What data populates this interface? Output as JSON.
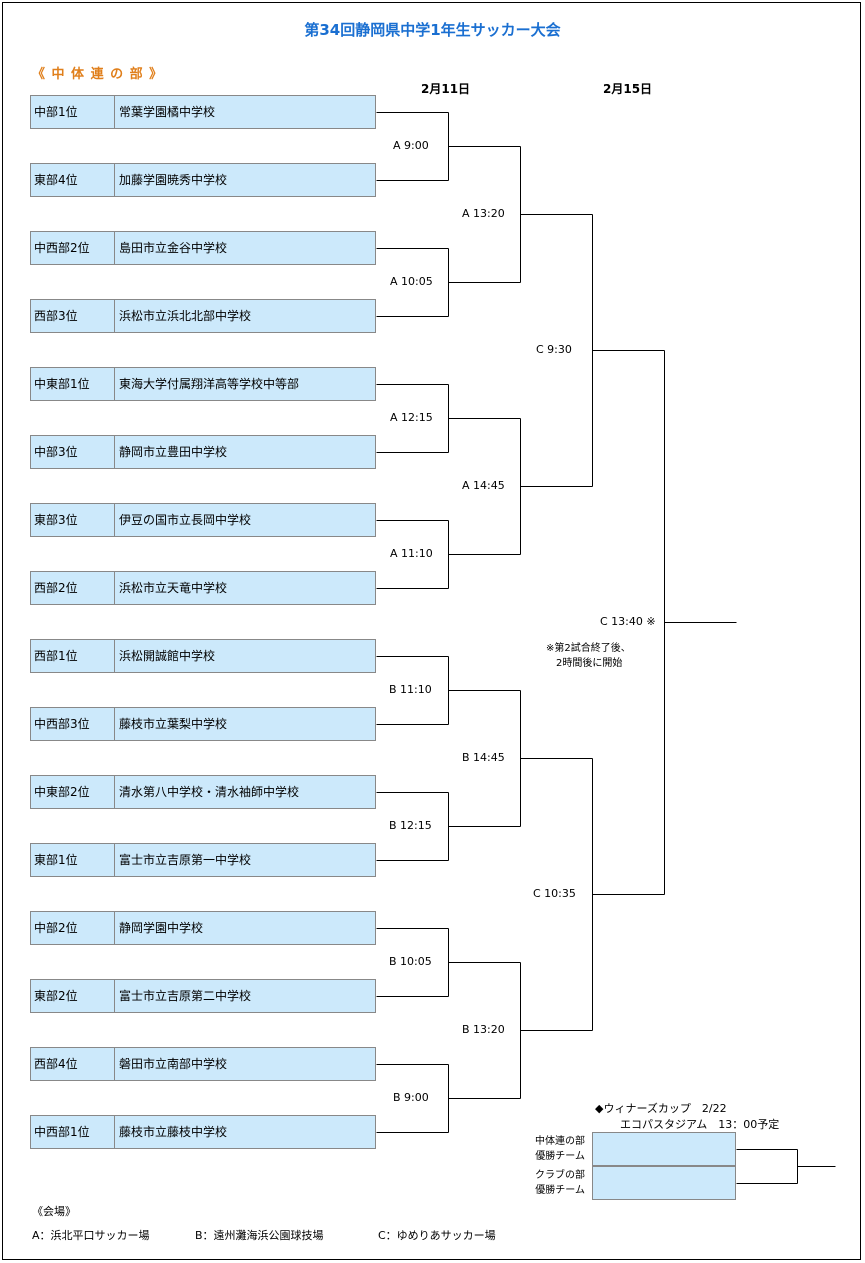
{
  "title": "第34回静岡県中学1年生サッカー大会",
  "section": "《 中 体 連 の 部 》",
  "dates": {
    "first": "2月11日",
    "second": "2月15日"
  },
  "teams": [
    {
      "rank": "中部1位",
      "name": "常葉学園橘中学校"
    },
    {
      "rank": "東部4位",
      "name": "加藤学園暁秀中学校"
    },
    {
      "rank": "中西部2位",
      "name": "島田市立金谷中学校"
    },
    {
      "rank": "西部3位",
      "name": "浜松市立浜北北部中学校"
    },
    {
      "rank": "中東部1位",
      "name": "東海大学付属翔洋高等学校中等部"
    },
    {
      "rank": "中部3位",
      "name": "静岡市立豊田中学校"
    },
    {
      "rank": "東部3位",
      "name": "伊豆の国市立長岡中学校"
    },
    {
      "rank": "西部2位",
      "name": "浜松市立天竜中学校"
    },
    {
      "rank": "西部1位",
      "name": "浜松開誠館中学校"
    },
    {
      "rank": "中西部3位",
      "name": "藤枝市立葉梨中学校"
    },
    {
      "rank": "中東部2位",
      "name": "清水第八中学校・清水袖師中学校"
    },
    {
      "rank": "東部1位",
      "name": "富士市立吉原第一中学校"
    },
    {
      "rank": "中部2位",
      "name": "静岡学園中学校"
    },
    {
      "rank": "東部2位",
      "name": "富士市立吉原第二中学校"
    },
    {
      "rank": "西部4位",
      "name": "磐田市立南部中学校"
    },
    {
      "rank": "中西部1位",
      "name": "藤枝市立藤枝中学校"
    }
  ],
  "round1": [
    "A 9:00",
    "A 10:05",
    "A 12:15",
    "A 11:10",
    "B 11:10",
    "B 12:15",
    "B 10:05",
    "B 9:00"
  ],
  "round2": [
    "A 13:20",
    "A 14:45",
    "B 14:45",
    "B 13:20"
  ],
  "semis": [
    "C 9:30",
    "C 10:35"
  ],
  "final": "C 13:40 ※",
  "final_note": [
    "※第2試合終了後、",
    "2時間後に開始"
  ],
  "winners_cup": {
    "title": "◆ウィナーズカップ　2/22",
    "venue": "エコパスタジアム　13：00予定"
  },
  "winners": [
    {
      "label": [
        "中体連の部",
        "優勝チーム"
      ]
    },
    {
      "label": [
        "クラブの部",
        "優勝チーム"
      ]
    }
  ],
  "venues": {
    "heading": "《会場》",
    "a": "A：浜北平口サッカー場",
    "b": "B：遠州灘海浜公園球技場",
    "c": "C：ゆめりあサッカー場"
  }
}
